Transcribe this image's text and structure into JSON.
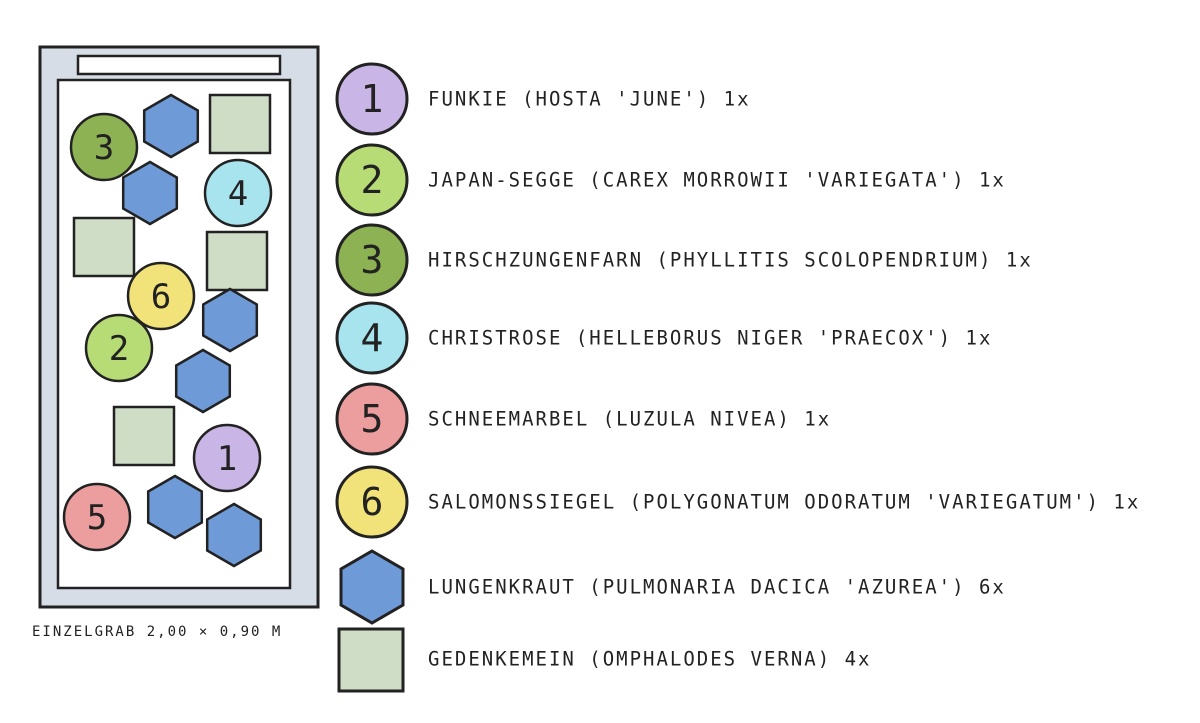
{
  "plants": {
    "1": {
      "number": "1",
      "label": "FUNKIE (HOSTA 'JUNE') 1x",
      "color": "#c9b6e6"
    },
    "2": {
      "number": "2",
      "label": "JAPAN-SEGGE (CAREX MORROWII 'VARIEGATA') 1x",
      "color": "#b7dc76"
    },
    "3": {
      "number": "3",
      "label": "HIRSCHZUNGENFARN (PHYLLITIS SCOLOPENDRIUM) 1x",
      "color": "#8db254"
    },
    "4": {
      "number": "4",
      "label": "CHRISTROSE (HELLEBORUS NIGER 'PRAECOX') 1x",
      "color": "#a7e4ee"
    },
    "5": {
      "number": "5",
      "label": "SCHNEEMARBEL (LUZULA NIVEA) 1x",
      "color": "#ec9d9d"
    },
    "6": {
      "number": "6",
      "label": "SALOMONSSIEGEL (POLYGONATUM ODORATUM 'VARIEGATUM') 1x",
      "color": "#f1e27a"
    },
    "hex": {
      "label": "LUNGENKRAUT (PULMONARIA DACICA 'AZUREA') 6x",
      "color": "#6f9ad8"
    },
    "square": {
      "label": "GEDENKEMEIN (OMPHALODES VERNA) 4x",
      "color": "#cfddc6"
    }
  },
  "caption": "EINZELGRAB 2,00 × 0,90 M"
}
